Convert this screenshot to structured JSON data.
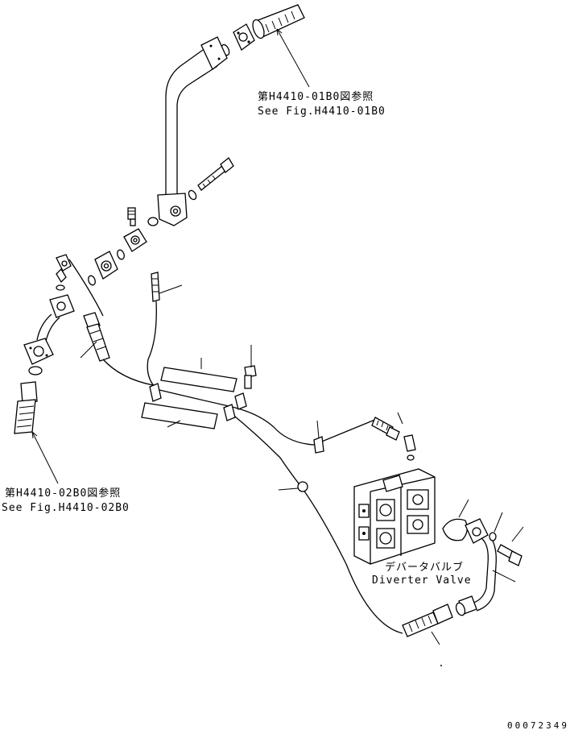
{
  "callouts": {
    "top_ref_jp": "第H4410-01B0図参照",
    "top_ref_en": "See Fig.H4410-01B0",
    "left_ref_jp": "第H4410-02B0図参照",
    "left_ref_en": "See Fig.H4410-02B0",
    "valve_jp": "デバータバルブ",
    "valve_en": "Diverter Valve"
  },
  "drawing_code": "00072349"
}
